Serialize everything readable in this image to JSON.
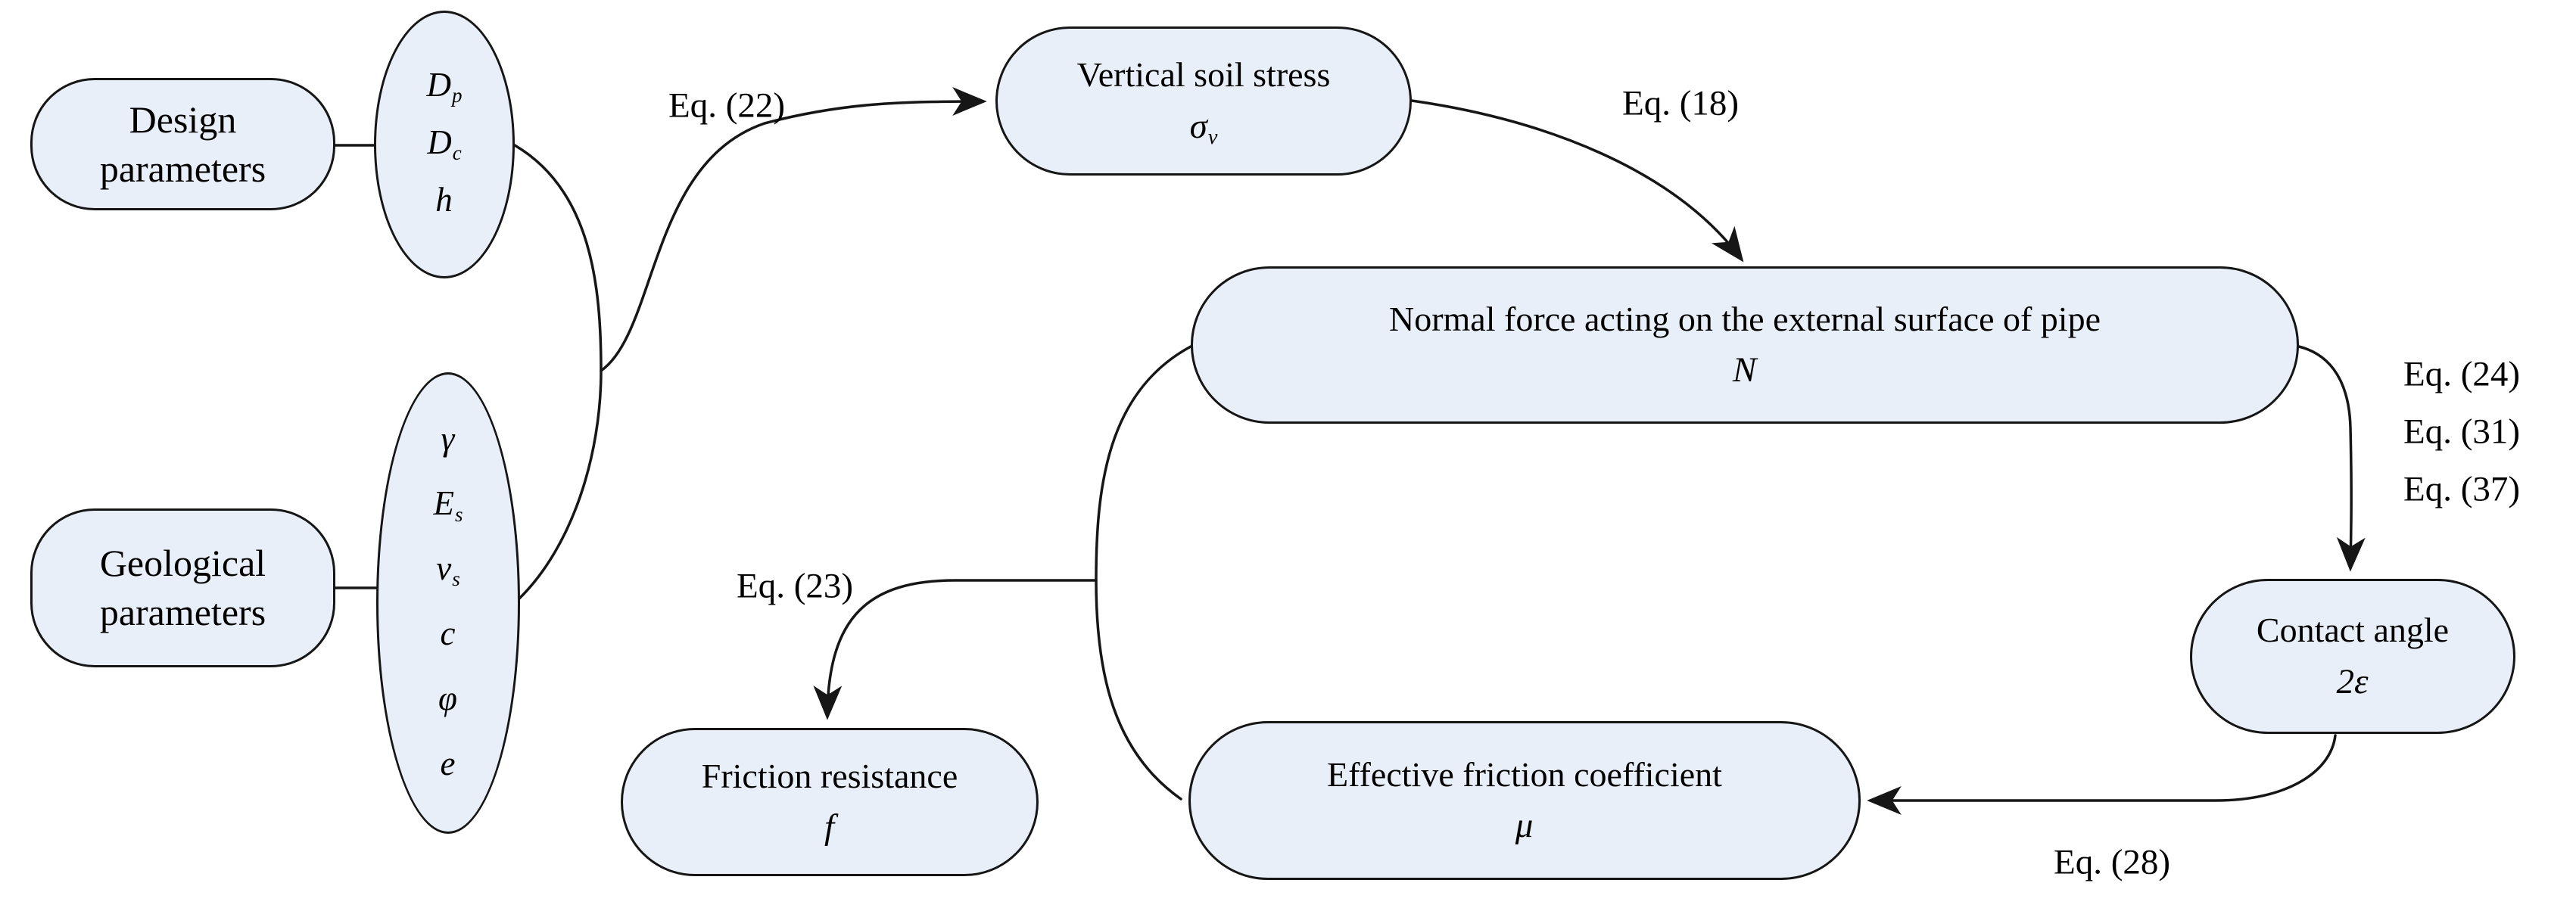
{
  "colors": {
    "node_fill": "#e9eff9",
    "node_border": "#161616",
    "line": "#161616",
    "text": "#000000"
  },
  "nodes": {
    "design_parameters": {
      "label": "Design parameters"
    },
    "geological_parameters": {
      "label": "Geological parameters"
    },
    "design_ellipse": {
      "items": [
        {
          "main": "D",
          "sub": "p"
        },
        {
          "main": "D",
          "sub": "c"
        },
        {
          "main": "h",
          "sub": ""
        }
      ]
    },
    "geological_ellipse": {
      "items": [
        {
          "main": "γ",
          "sub": ""
        },
        {
          "main": "E",
          "sub": "s"
        },
        {
          "main": "v",
          "sub": "s"
        },
        {
          "main": "c",
          "sub": ""
        },
        {
          "main": "φ",
          "sub": ""
        },
        {
          "main": "e",
          "sub": ""
        }
      ]
    },
    "vertical_soil_stress": {
      "label": "Vertical soil stress",
      "symbol": {
        "main": "σ",
        "sub": "v"
      }
    },
    "normal_force": {
      "label": "Normal force acting on the external surface of pipe",
      "symbol": {
        "main": "N",
        "sub": ""
      }
    },
    "contact_angle": {
      "label": "Contact angle",
      "symbol": {
        "main": "2ε",
        "sub": ""
      }
    },
    "effective_friction_coefficient": {
      "label": "Effective friction coefficient",
      "symbol": {
        "main": "μ",
        "sub": ""
      }
    },
    "friction_resistance": {
      "label": "Friction resistance",
      "symbol": {
        "main": "f",
        "sub": ""
      }
    }
  },
  "edge_labels": {
    "eq22": "Eq. (22)",
    "eq18": "Eq. (18)",
    "eq24": "Eq. (24)",
    "eq31": "Eq. (31)",
    "eq37": "Eq. (37)",
    "eq23": "Eq. (23)",
    "eq28": "Eq. (28)"
  }
}
